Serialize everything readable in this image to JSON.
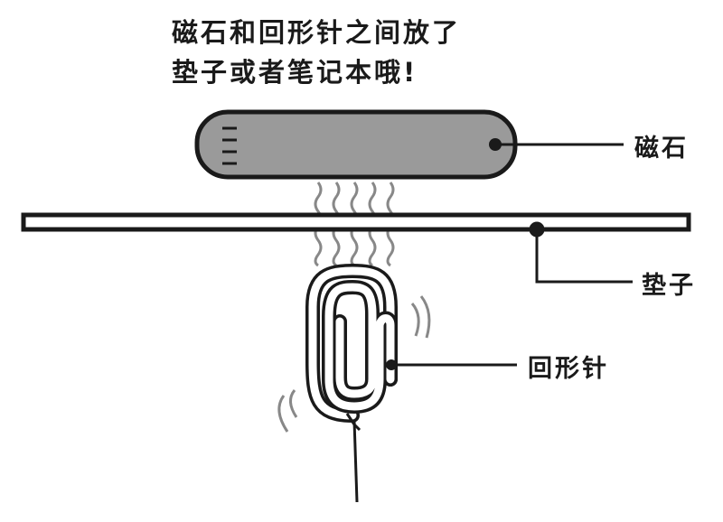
{
  "caption": {
    "line1": "磁石和回形针之间放了",
    "line2": "垫子或者笔记本哦!"
  },
  "labels": {
    "magnet": "磁石",
    "pad": "垫子",
    "paperclip": "回形针"
  },
  "colors": {
    "outline": "#1a1a1a",
    "magnet_fill": "#9a9a9a",
    "motion_lines": "#888888"
  }
}
